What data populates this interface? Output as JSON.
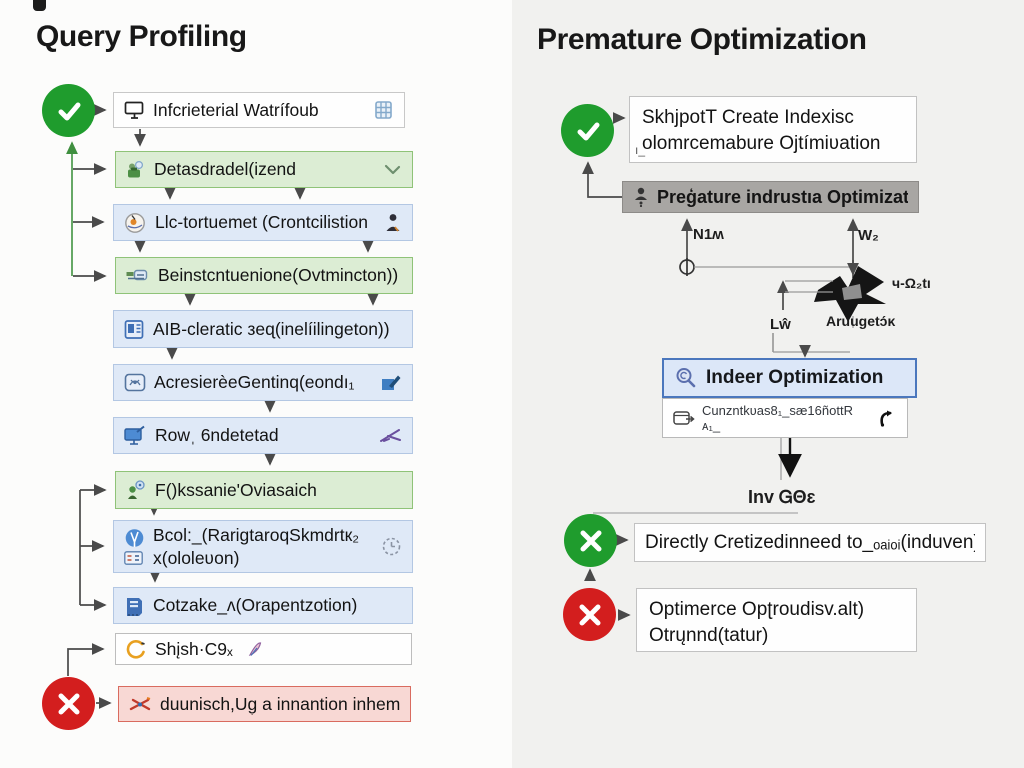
{
  "left": {
    "title": "Query Profiling",
    "boxes": [
      {
        "text": "Infcrieterial Watrífoub",
        "style": "white",
        "icon": "monitor-icon",
        "right_icon": "table-grid-icon"
      },
      {
        "text": "Detasdradel(izend",
        "style": "green",
        "icon": "camera-icon",
        "right_icon": "chevron-down-icon"
      },
      {
        "text": "Llc-tortuemet (Crontcilistion",
        "style": "blue",
        "icon": "palette-icon",
        "right_icon": "person-dark-icon"
      },
      {
        "text": "Beinstcntuenione(Ovtmincton))",
        "style": "green",
        "icon": "checklist-icon"
      },
      {
        "text": "AIB-cleratic зeɋ(inelíilingeton))",
        "style": "blue",
        "icon": "machine-icon"
      },
      {
        "text": "AcresierèeGentinq(eondı₁",
        "style": "blue",
        "icon": "stamp-icon",
        "right_icon": "pen-flag-icon"
      },
      {
        "text": "Rowˌ 6ndetetad",
        "style": "blue",
        "icon": "monitor-blue-icon",
        "right_icon": "jet-icon"
      },
      {
        "text": "F()kssanie'Oviasaich",
        "style": "green",
        "icon": "person-chat-icon"
      },
      {
        "text": "Bcol:_(RarigtaroqSkmdrtк₂",
        "text2": "x(ololeʋon)",
        "style": "blue",
        "icon": "brush-circle-icon",
        "icon2": "chart-square-icon",
        "right_icon": "clock-icon"
      },
      {
        "text": "Cotzake_ʌ(Orapentzotion)",
        "style": "blue",
        "icon": "robot-icon"
      },
      {
        "text": "Shįsh·C9ₓ",
        "style": "white",
        "icon": "orange-ring-icon",
        "right_icon": "feather-icon"
      },
      {
        "text": "duunisch,Ug̣ a innantion inhem",
        "style": "red",
        "icon": "scissors-icon"
      }
    ]
  },
  "right": {
    "title": "Premature Optimization",
    "approved_box": {
      "line1": "SkhjpotT Create Indexisc",
      "line2": "olomrcemabure Ojtímiʋation",
      "corner_mark": "ı_"
    },
    "gray_box": {
      "text": "Preģature indrustıa Optimization",
      "icon": "person-gray-icon"
    },
    "index_box": {
      "title": "Indeer Optimization",
      "icon": "magnifier-icon",
      "subtext": "Cunzntkʋas8₁_sæ16ñottR ᴀ₁_",
      "sub_icon": "wallet-icon",
      "sub_right_icon": "curl-arrow-icon"
    },
    "direct_box": {
      "text": "Directly Cretizedinneed to_ₒₐᵢₒᵢ(induven)ὲ"
    },
    "bad_box": {
      "line1": "Optimerce Opʈroudisv.alt)",
      "line2": "Otrųnnd(tatur)"
    },
    "labels": {
      "n1w": "N1ʍ",
      "w2": "W₂",
      "cluster": "ч-Ω₂tı",
      "lw": "Lŵ",
      "augetok": "Aruuɡetɔ́ᴋ",
      "inv": "Inv ᏀΘɛ"
    }
  },
  "colors": {
    "approve_green": "#1f9c2d",
    "reject_red": "#d31e1e",
    "green_box_bg": "#dcedd4",
    "green_box_border": "#8fc378",
    "blue_box_bg": "#dfe9f7",
    "blue_box_border": "#b3c7e3",
    "red_box_bg": "#f8d8d4",
    "red_box_border": "#d96b5f",
    "gray_box_bg": "#a8a6a3",
    "index_header_bg": "#dce7f8",
    "index_header_border": "#4b77bd",
    "left_panel_bg": "#fcfcfb",
    "right_panel_bg": "#f1f1ef",
    "arrow_gray": "#4a4a4a",
    "arrow_green": "#4c9a4c"
  }
}
